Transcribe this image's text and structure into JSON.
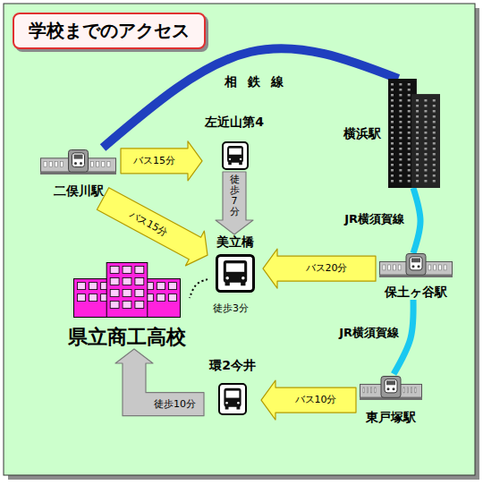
{
  "diagram": {
    "title": "学校までのアクセス",
    "nodes": [
      {
        "text": [
          "二俣川駅"
        ]
      },
      {
        "text": [
          "左近山第4"
        ]
      },
      {
        "text": [
          "横浜駅"
        ]
      },
      {
        "text": [
          "美立橋"
        ]
      },
      {
        "text": [
          "保土ヶ谷駅"
        ]
      },
      {
        "text": [
          "東戸塚駅"
        ]
      },
      {
        "text": [
          "環2今井"
        ]
      },
      {
        "text": [
          "県立商工高校"
        ]
      }
    ],
    "edges": [
      {
        "from": 0,
        "to": 1,
        "arrow": "to",
        "label": "バス15分"
      },
      {
        "from": 1,
        "to": 3,
        "arrow": "to",
        "label": "徒歩7分"
      },
      {
        "from": 0,
        "to": 3,
        "arrow": "to",
        "label": "バス15分"
      },
      {
        "from": 4,
        "to": 3,
        "arrow": "to",
        "label": "バス20分"
      },
      {
        "from": 3,
        "to": 7,
        "arrow": "none",
        "label": "徒歩3分"
      },
      {
        "from": 5,
        "to": 6,
        "arrow": "to",
        "label": "バス10分"
      },
      {
        "from": 6,
        "to": 7,
        "arrow": "to",
        "label": "徒歩10分"
      },
      {
        "from": 0,
        "to": 2,
        "arrow": "none",
        "label": "相鉄線"
      },
      {
        "from": 2,
        "to": 4,
        "arrow": "none",
        "label": "JR横須賀線"
      },
      {
        "from": 4,
        "to": 5,
        "arrow": "none",
        "label": "JR横須賀線"
      }
    ]
  }
}
